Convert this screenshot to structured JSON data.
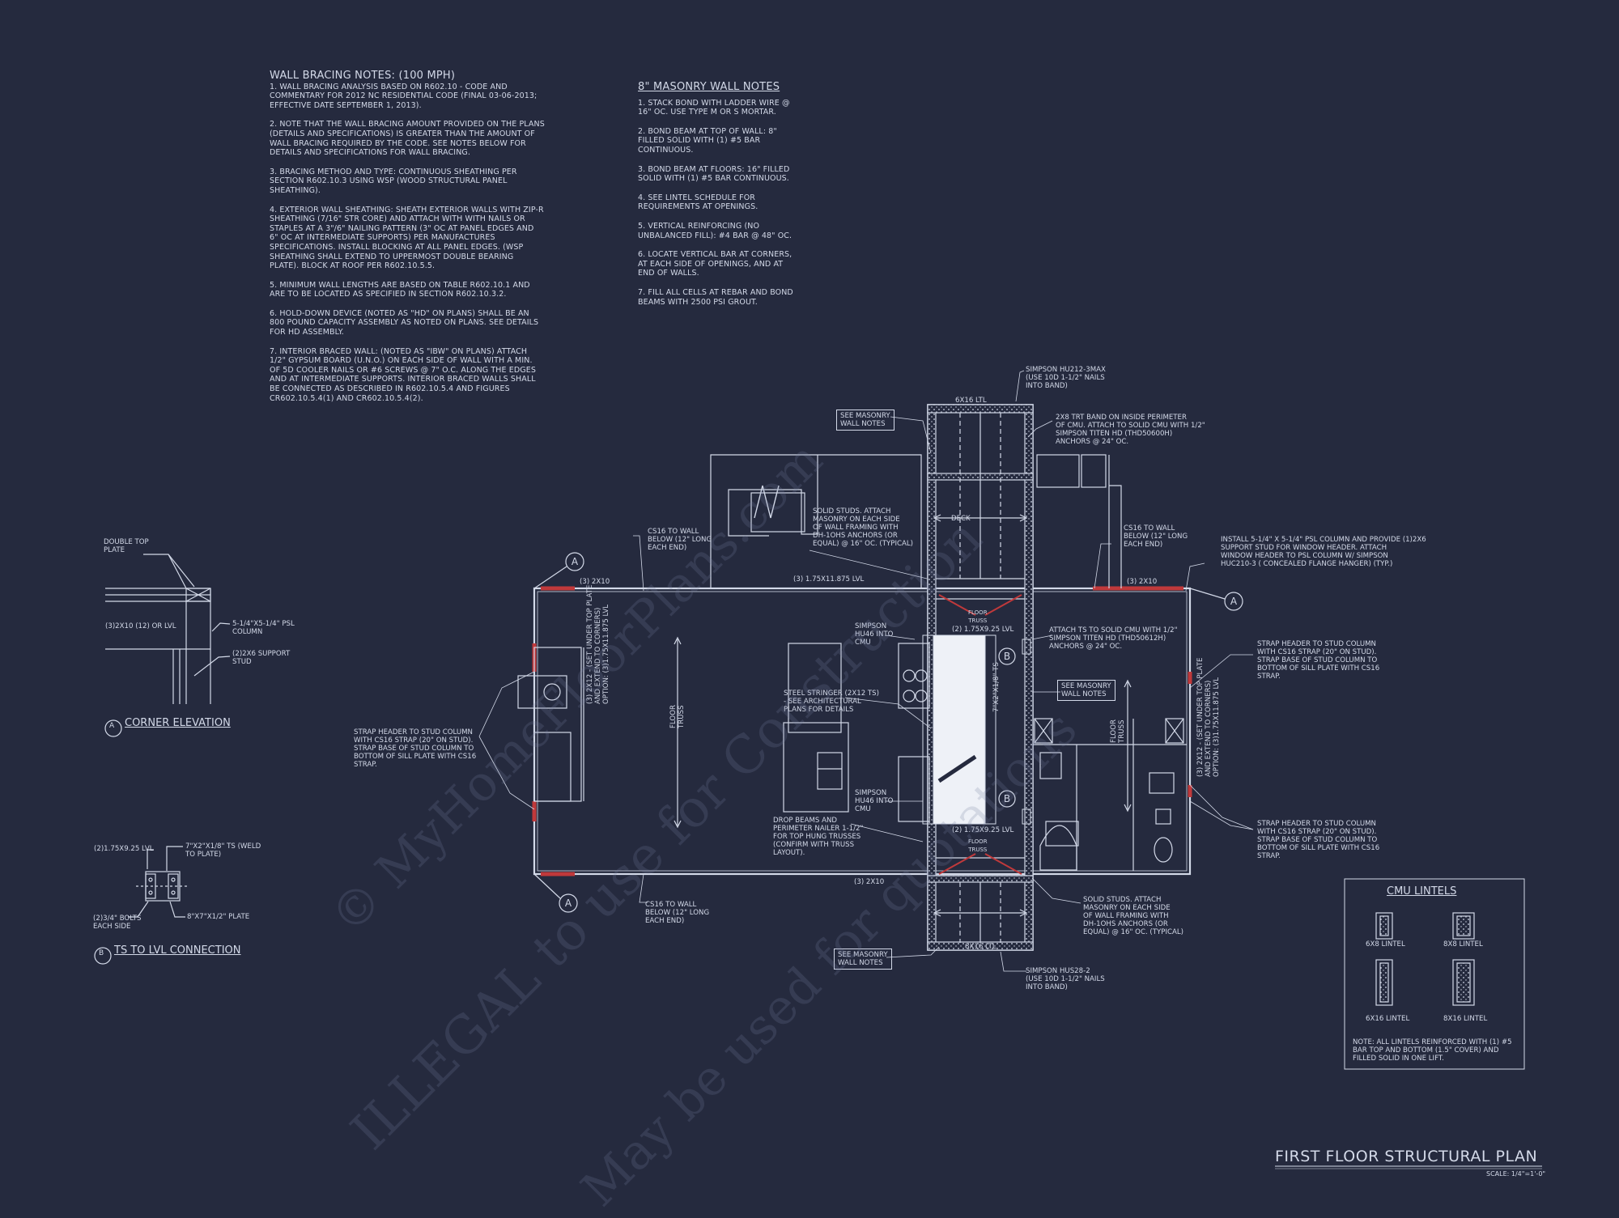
{
  "wall_bracing": {
    "title": "WALL BRACING NOTES: (100 MPH)",
    "notes": [
      "1. WALL BRACING ANALYSIS BASED ON R602.10 - CODE AND COMMENTARY FOR 2012 NC RESIDENTIAL CODE (FINAL 03-06-2013; EFFECTIVE DATE SEPTEMBER 1, 2013).",
      "2. NOTE THAT THE WALL BRACING AMOUNT PROVIDED ON THE PLANS (DETAILS AND SPECIFICATIONS) IS GREATER THAN THE AMOUNT OF WALL BRACING REQUIRED BY THE CODE. SEE NOTES BELOW FOR DETAILS AND SPECIFICATIONS FOR WALL BRACING.",
      "3. BRACING METHOD AND TYPE: CONTINUOUS SHEATHING PER SECTION R602.10.3 USING WSP (WOOD STRUCTURAL PANEL SHEATHING).",
      "4. EXTERIOR WALL SHEATHING: SHEATH EXTERIOR WALLS WITH ZIP-R SHEATHING (7/16\" STR CORE) AND ATTACH WITH WITH NAILS OR STAPLES AT A 3\"/6\" NAILING PATTERN (3\" OC AT PANEL EDGES AND 6\" OC AT INTERMEDIATE SUPPORTS) PER MANUFACTURES SPECIFICATIONS. INSTALL BLOCKING AT ALL PANEL EDGES. (WSP SHEATHING SHALL EXTEND TO UPPERMOST DOUBLE BEARING PLATE). BLOCK AT ROOF PER R602.10.5.5.",
      "5. MINIMUM WALL LENGTHS ARE BASED ON TABLE R602.10.1 AND ARE TO BE LOCATED AS SPECIFIED IN SECTION R602.10.3.2.",
      "6. HOLD-DOWN DEVICE (NOTED AS \"HD\" ON PLANS) SHALL BE AN 800 POUND CAPACITY ASSEMBLY AS NOTED ON PLANS. SEE DETAILS FOR HD ASSEMBLY.",
      "7. INTERIOR BRACED WALL: (NOTED AS \"IBW\" ON PLANS) ATTACH 1/2\" GYPSUM BOARD (U.N.O.) ON EACH SIDE OF WALL WITH A MIN. OF 5d COOLER NAILS OR #6 SCREWS @ 7\" O.C. ALONG THE EDGES AND AT INTERMEDIATE SUPPORTS. INTERIOR BRACED WALLS SHALL BE CONNECTED AS DESCRIBED IN R602.10.5.4 AND FIGURES CR602.10.5.4(1) AND CR602.10.5.4(2)."
    ]
  },
  "masonry": {
    "title": "8\" MASONRY WALL NOTES",
    "notes": [
      "1. STACK BOND WITH LADDER WIRE @ 16\" OC. USE TYPE M OR S MORTAR.",
      "2. BOND BEAM AT TOP OF WALL: 8\" FILLED SOLID WITH (1) #5 BAR CONTINUOUS.",
      "3. BOND BEAM AT FLOORS: 16\" FILLED SOLID WITH (1) #5 BAR CONTINUOUS.",
      "4. SEE LINTEL SCHEDULE FOR REQUIREMENTS AT OPENINGS.",
      "5. VERTICAL REINFORCING (NO UNBALANCED FILL): #4 BAR @ 48\" OC.",
      "6. LOCATE VERTICAL BAR AT CORNERS, AT EACH SIDE OF OPENINGS, AND AT END OF WALLS.",
      "7. FILL ALL CELLS AT REBAR AND BOND BEAMS WITH 2500 PSI GROUT."
    ]
  },
  "corner_detail": {
    "tag": "A",
    "title": "CORNER ELEVATION",
    "label_top_plate": "DOUBLE TOP\nPLATE",
    "label_header": "(3)2X10 (12) OR LVL",
    "label_column": "5-1/4\"X5-1/4\" PSL\nCOLUMN",
    "label_stud": "(2)2X6 SUPPORT\nSTUD"
  },
  "ts_detail": {
    "tag": "B",
    "title": "TS TO LVL CONNECTION",
    "label_lvl": "(2)1.75X9.25 LVL",
    "label_ts": "7\"X2\"X1/8\" TS (WELD\nTO PLATE)",
    "label_bolts": "(2)3/4\" BOLTS\nEACH SIDE",
    "label_plate": "8\"X7\"X1/2\" PLATE"
  },
  "plan_labels": {
    "simpson_top": "SIMPSON HU212-3MAX\n(USE 10d 1-1/2\" NAILS\nINTO BAND)",
    "trt_band": "2X8 TRT BAND ON INSIDE PERIMETER\nOF CMU. ATTACH TO SOLID CMU WITH 1/2\"\nSIMPSON TITEN HD (THD50600H)\nANCHORS @ 24\" OC.",
    "see_masonry_1": "SEE MASONRY\nWALL NOTES",
    "see_masonry_2": "SEE MASONRY\nWALL NOTES",
    "see_masonry_3": "SEE MASONRY\nWALL NOTES",
    "solid_studs_1": "SOLID STUDS. ATTACH\nMASONRY ON EACH SIDE\nOF WALL FRAMING WITH\nDH-1OHS ANCHORS (OR\nEQUAL) @ 16\" OC. (TYPICAL)",
    "solid_studs_2": "SOLID STUDS. ATTACH\nMASONRY ON EACH SIDE\nOF WALL FRAMING WITH\nDH-1OHS ANCHORS (OR\nEQUAL) @ 16\" OC. (TYPICAL)",
    "cs16_tl": "CS16 TO WALL\nBELOW (12\" LONG\nEACH END)",
    "cs16_tr": "CS16 TO WALL\nBELOW (12\" LONG\nEACH END)",
    "cs16_bl": "CS16 TO WALL\nBELOW (12\" LONG\nEACH END)",
    "install_psl": "INSTALL 5-1/4\" X 5-1/4\" PSL COLUMN AND PROVIDE (1)2X6\nSUPPORT STUD FOR WINDOW HEADER. ATTACH\nWINDOW HEADER TO PSL COLUMN W/ SIMPSON\nHUC210-3 ( CONCEALED FLANGE HANGER) (TYP.)",
    "strap_right_1": "STRAP HEADER TO STUD COLUMN\nWITH CS16 STRAP (20\" ON STUD).\nSTRAP BASE OF STUD COLUMN TO\nBOTTOM OF SILL PLATE WITH CS16\nSTRAP.",
    "strap_right_2": "STRAP HEADER TO STUD COLUMN\nWITH CS16 STRAP (20\" ON STUD).\nSTRAP BASE OF STUD COLUMN TO\nBOTTOM OF SILL PLATE WITH CS16\nSTRAP.",
    "strap_left": "STRAP HEADER TO STUD COLUMN\nWITH CS16 STRAP (20\" ON STUD).\nSTRAP BASE OF STUD COLUMN TO\nBOTTOM OF SILL PLATE WITH CS16\nSTRAP.",
    "simpson_hu46_1": "SIMPSON\nHU46 INTO\nCMU",
    "simpson_hu46_2": "SIMPSON\nHU46 INTO\nCMU",
    "attach_ts": "ATTACH TS TO SOLID CMU WITH 1/2\"\nSIMPSON TITEN HD (THD50612H)\nANCHORS @ 24\" OC.",
    "steel_stringer": "STEEL STRINGER (2X12 TS)\n- SEE ARCHITECTURAL\nPLANS FOR DETAILS",
    "drop_beams": "DROP BEAMS AND\nPERIMETER NAILER 1-1/2\"\nFOR TOP HUNG TRUSSES\n(CONFIRM WITH TRUSS\nLAYOUT).",
    "simpson_bottom": "SIMPSON HUS28-2\n(USE 10d 1-1/2\" NAILS\nINTO BAND)",
    "left_wall": "(3) 2X12 - (SET UNDER TOP PLATE\nAND EXTEND TO CORNERS)\nOPTION: (3)1.75X11.875 LVL",
    "right_wall": "(3) 2X12 - (SET UNDER TOP PLATE\nAND EXTEND TO CORNERS)\nOPTION: (3)1.75X11.875 LVL",
    "hdr_top_left": "(3) 2X10",
    "hdr_top_mid": "(3) 1.75X11.875 LVL",
    "hdr_top_right": "(3) 2X10",
    "hdr_bottom": "(3) 2X10",
    "lvl_upper": "(2) 1.75X9.25 LVL",
    "lvl_lower": "(2) 1.75X9.25 LVL",
    "floor_truss_main": "FLOOR\nTRUSS",
    "floor_truss_right": "FLOOR\nTRUSS",
    "floor_truss_top": "FLOOR\nTRUSS",
    "floor_truss_bot": "FLOOR\nTRUSS",
    "deck": "DECK",
    "ltl_6x16": "6X16 LTL",
    "ltl_8x16": "8X16 LTL",
    "ts_7x2": "7\"X2\"X1/8\" TS"
  },
  "cmu_lintels": {
    "title": "CMU LINTELS",
    "items": [
      "6X8 LINTEL",
      "8X8 LINTEL",
      "6X16 LINTEL",
      "8X16 LINTEL"
    ],
    "note": "NOTE: ALL LINTELS REINFORCED WITH (1) #5 BAR TOP AND BOTTOM (1.5\" COVER) AND FILLED SOLID IN ONE LIFT."
  },
  "drawing_title": {
    "title": "FIRST FLOOR STRUCTURAL PLAN",
    "scale": "SCALE: 1/4\"=1'-0\""
  },
  "watermark": {
    "line1": "© MyHomeFloorPlans.com",
    "line2": "ILLEGAL to use for Construction",
    "line3": "May be used for quotations"
  },
  "colors": {
    "background": "#252a3e",
    "line": "#d3d9e8",
    "accent": "#c0393b"
  }
}
